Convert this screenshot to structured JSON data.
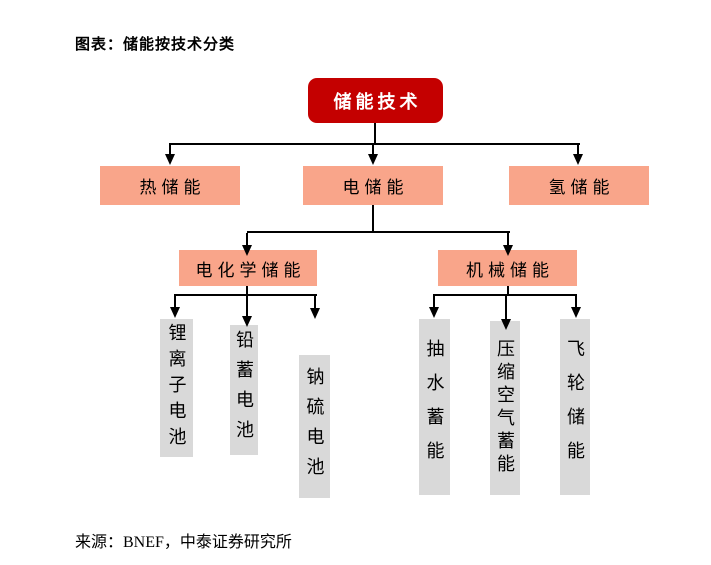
{
  "title": "图表：储能按技术分类",
  "source": "来源：BNEF，中泰证券研究所",
  "colors": {
    "root_bg": "#C40000",
    "root_text": "#FFFFFF",
    "branch_bg": "#F9A58A",
    "leaf_bg": "#D9D9D9",
    "line": "#000000",
    "text": "#000000"
  },
  "tree": {
    "root": "储能技术",
    "level2": [
      "热储能",
      "电储能",
      "氢储能"
    ],
    "level3": [
      "电化学储能",
      "机械储能"
    ],
    "leaves": [
      "锂离子电池",
      "铅蓄电池",
      "钠硫电池",
      "抽水蓄能",
      "压缩空气蓄能",
      "飞轮储能"
    ]
  }
}
